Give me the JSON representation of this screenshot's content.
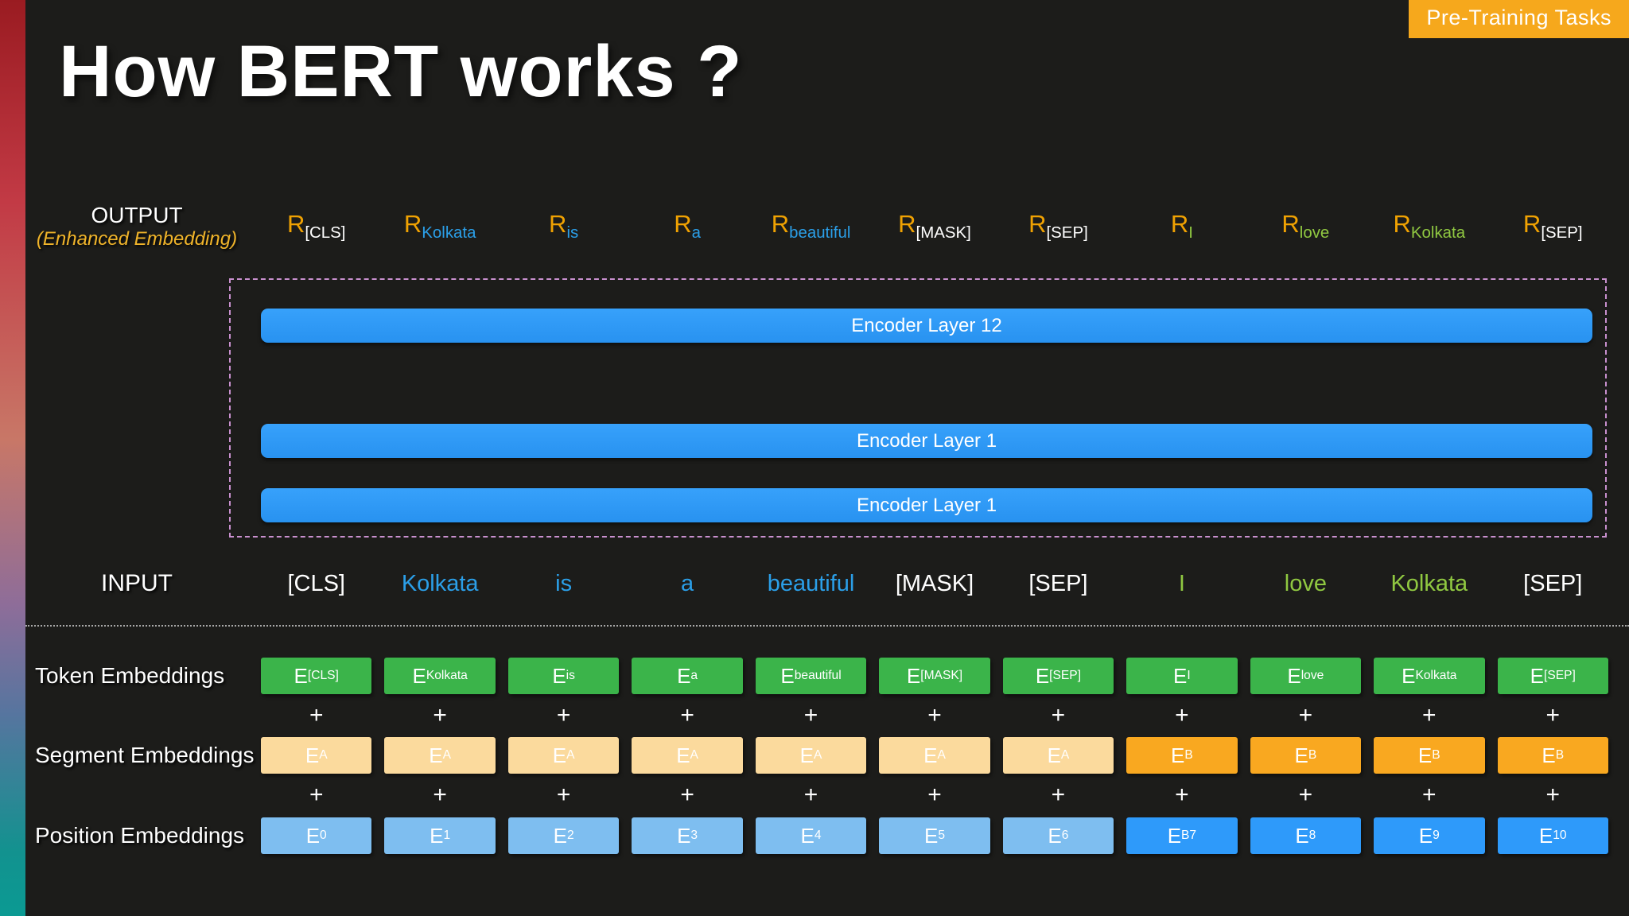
{
  "badge": {
    "label": "Pre-Training Tasks"
  },
  "title": "How BERT works ?",
  "output_row": {
    "label": "OUTPUT",
    "sublabel": "(Enhanced Embedding)",
    "tokens": [
      {
        "base": "R",
        "sub": "[CLS]",
        "color": "white"
      },
      {
        "base": "R",
        "sub": "Kolkata",
        "color": "blue"
      },
      {
        "base": "R",
        "sub": "is",
        "color": "blue"
      },
      {
        "base": "R",
        "sub": "a",
        "color": "blue"
      },
      {
        "base": "R",
        "sub": "beautiful",
        "color": "blue"
      },
      {
        "base": "R",
        "sub": "[MASK]",
        "color": "white"
      },
      {
        "base": "R",
        "sub": "[SEP]",
        "color": "white"
      },
      {
        "base": "R",
        "sub": "I",
        "color": "green"
      },
      {
        "base": "R",
        "sub": "love",
        "color": "green"
      },
      {
        "base": "R",
        "sub": "Kolkata",
        "color": "green"
      },
      {
        "base": "R",
        "sub": "[SEP]",
        "color": "white"
      }
    ]
  },
  "encoder_stack": {
    "layers": [
      "Encoder Layer 12",
      "Encoder Layer 1",
      "Encoder Layer 1"
    ]
  },
  "input_row": {
    "label": "INPUT",
    "tokens": [
      {
        "text": "[CLS]",
        "color": "white"
      },
      {
        "text": "Kolkata",
        "color": "blue"
      },
      {
        "text": "is",
        "color": "blue"
      },
      {
        "text": "a",
        "color": "blue"
      },
      {
        "text": "beautiful",
        "color": "blue"
      },
      {
        "text": "[MASK]",
        "color": "white"
      },
      {
        "text": "[SEP]",
        "color": "white"
      },
      {
        "text": "I",
        "color": "green"
      },
      {
        "text": "love",
        "color": "green"
      },
      {
        "text": "Kolkata",
        "color": "green"
      },
      {
        "text": "[SEP]",
        "color": "white"
      }
    ]
  },
  "plus_sign": "+",
  "token_embeddings": {
    "label": "Token Embeddings",
    "cells": [
      {
        "base": "E",
        "sub": "[CLS]",
        "variant": "green"
      },
      {
        "base": "E",
        "sub": "Kolkata",
        "variant": "green"
      },
      {
        "base": "E",
        "sub": "is",
        "variant": "green"
      },
      {
        "base": "E",
        "sub": "a",
        "variant": "green"
      },
      {
        "base": "E",
        "sub": "beautiful",
        "variant": "green"
      },
      {
        "base": "E",
        "sub": "[MASK]",
        "variant": "green"
      },
      {
        "base": "E",
        "sub": "[SEP]",
        "variant": "green"
      },
      {
        "base": "E",
        "sub": "I",
        "variant": "green"
      },
      {
        "base": "E",
        "sub": "love",
        "variant": "green"
      },
      {
        "base": "E",
        "sub": "Kolkata",
        "variant": "green"
      },
      {
        "base": "E",
        "sub": "[SEP]",
        "variant": "green"
      }
    ]
  },
  "segment_embeddings": {
    "label": "Segment Embeddings",
    "cells": [
      {
        "base": "E",
        "sub": "A",
        "variant": "tan"
      },
      {
        "base": "E",
        "sub": "A",
        "variant": "tan"
      },
      {
        "base": "E",
        "sub": "A",
        "variant": "tan"
      },
      {
        "base": "E",
        "sub": "A",
        "variant": "tan"
      },
      {
        "base": "E",
        "sub": "A",
        "variant": "tan"
      },
      {
        "base": "E",
        "sub": "A",
        "variant": "tan"
      },
      {
        "base": "E",
        "sub": "A",
        "variant": "tan"
      },
      {
        "base": "E",
        "sub": "B",
        "variant": "orange"
      },
      {
        "base": "E",
        "sub": "B",
        "variant": "orange"
      },
      {
        "base": "E",
        "sub": "B",
        "variant": "orange"
      },
      {
        "base": "E",
        "sub": "B",
        "variant": "orange"
      }
    ]
  },
  "position_embeddings": {
    "label": "Position Embeddings",
    "cells": [
      {
        "base": "E",
        "sub": "0",
        "variant": "lightblue"
      },
      {
        "base": "E",
        "sub": "1",
        "variant": "lightblue"
      },
      {
        "base": "E",
        "sub": "2",
        "variant": "lightblue"
      },
      {
        "base": "E",
        "sub": "3",
        "variant": "lightblue"
      },
      {
        "base": "E",
        "sub": "4",
        "variant": "lightblue"
      },
      {
        "base": "E",
        "sub": "5",
        "variant": "lightblue"
      },
      {
        "base": "E",
        "sub": "6",
        "variant": "lightblue"
      },
      {
        "base": "E",
        "sub": "B7",
        "variant": "blue"
      },
      {
        "base": "E",
        "sub": "8",
        "variant": "blue"
      },
      {
        "base": "E",
        "sub": "9",
        "variant": "blue"
      },
      {
        "base": "E",
        "sub": "10",
        "variant": "blue"
      }
    ]
  },
  "colors": {
    "badge_orange": "#F6A81C",
    "r_base_orange": "#F0A202",
    "sublabel_gold": "#F0B42A",
    "token_blue": "#2B9FE8",
    "token_green": "#90C841",
    "encoder_bar_blue": "#2E9AFA",
    "embed_green": "#3BB44A",
    "segment_a_tan": "#FBDA9D",
    "segment_b_orange": "#F9A820",
    "position_lightblue": "#7EBEF0",
    "position_blue": "#2E9AFA",
    "dashed_border_pink": "#C990CF"
  }
}
